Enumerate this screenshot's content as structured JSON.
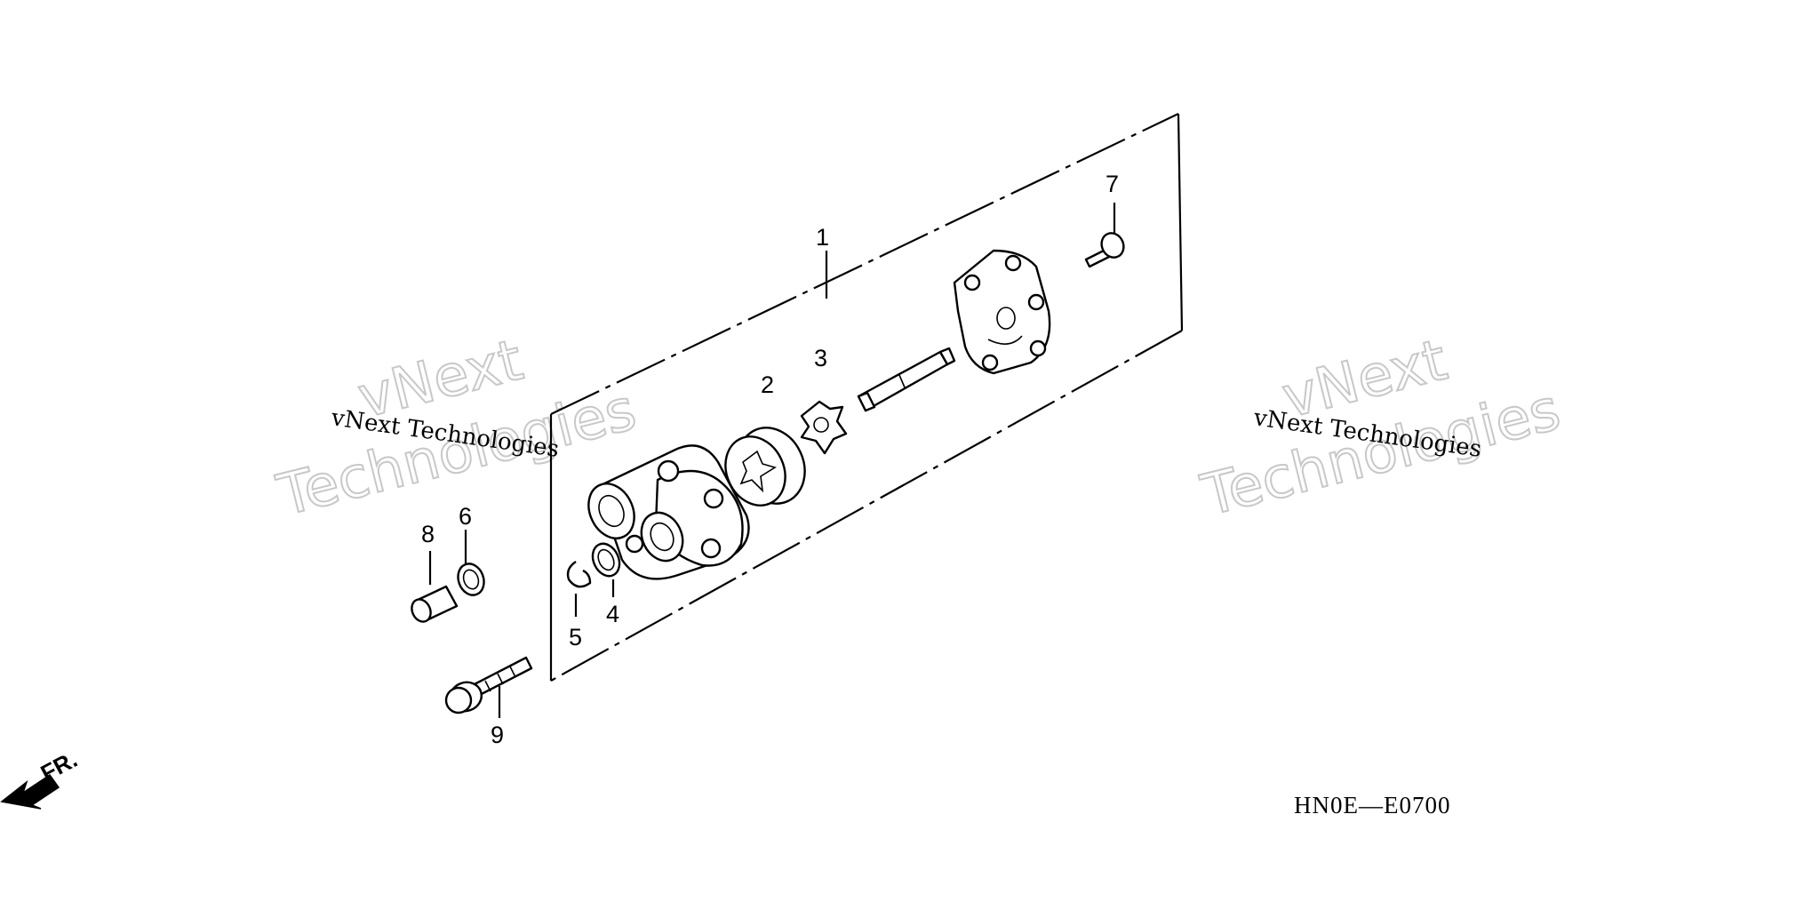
{
  "diagram": {
    "diagram_code": "HN0E—E0700",
    "direction_marker": "FR.",
    "watermark": {
      "line_small": "vNext Technologies",
      "line_big_1": "vNext",
      "line_big_2": "Technologies"
    },
    "callouts": [
      {
        "id": "1",
        "label": "1"
      },
      {
        "id": "2",
        "label": "2"
      },
      {
        "id": "3",
        "label": "3"
      },
      {
        "id": "4",
        "label": "4"
      },
      {
        "id": "5",
        "label": "5"
      },
      {
        "id": "6",
        "label": "6"
      },
      {
        "id": "7",
        "label": "7"
      },
      {
        "id": "8",
        "label": "8"
      },
      {
        "id": "9",
        "label": "9"
      }
    ]
  }
}
